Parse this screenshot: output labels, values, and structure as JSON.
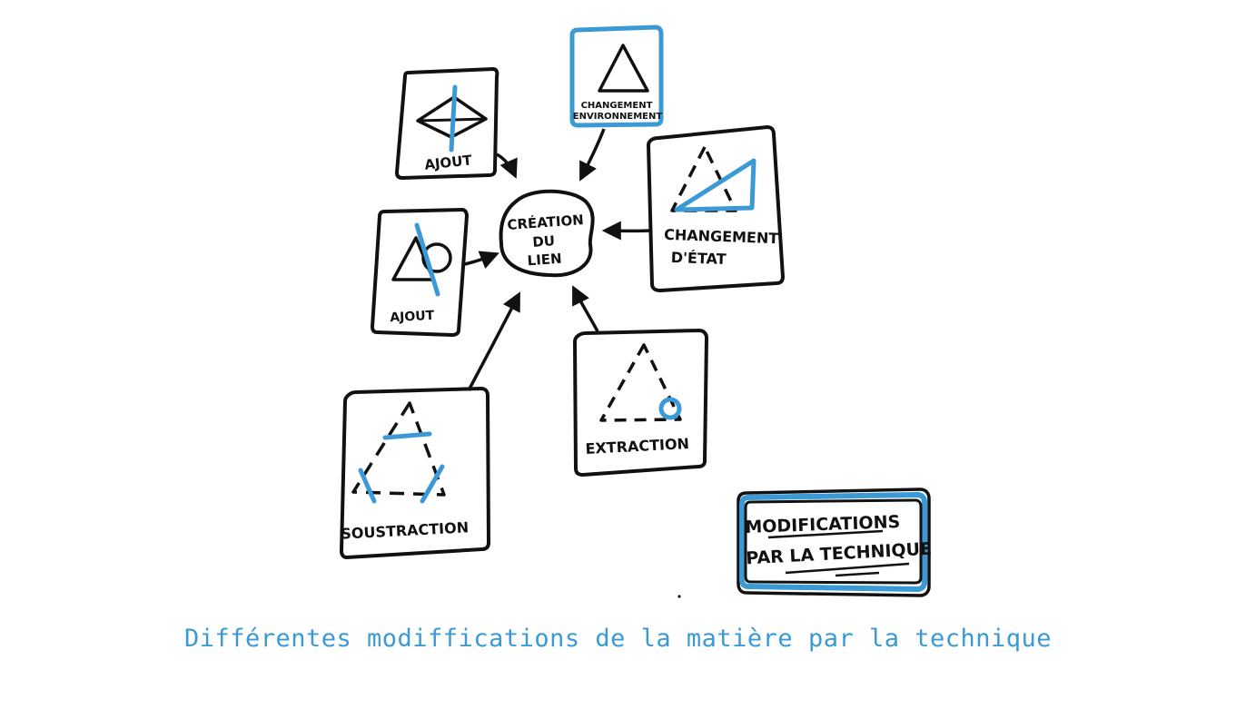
{
  "diagram": {
    "center": {
      "lines": [
        "CRÉATION",
        "DU",
        "LIEN"
      ]
    },
    "nodes": {
      "ajout_top": {
        "label": "AJOUT"
      },
      "ajout_left": {
        "label": "AJOUT"
      },
      "changement_environnement": {
        "lines": [
          "CHANGEMENT",
          "ENVIRONNEMENT"
        ]
      },
      "changement_etat": {
        "lines": [
          "CHANGEMENT",
          "D'ÉTAT"
        ]
      },
      "soustraction": {
        "label": "SOUSTRACTION"
      },
      "extraction": {
        "label": "EXTRACTION"
      }
    },
    "legend": {
      "lines": [
        "MODIFICATIONS",
        "PAR LA TECHNIQUE"
      ]
    },
    "colors": {
      "ink": "#111111",
      "accent": "#3b9ad6"
    }
  },
  "caption": "Différentes modiffications de la matière par la technique"
}
